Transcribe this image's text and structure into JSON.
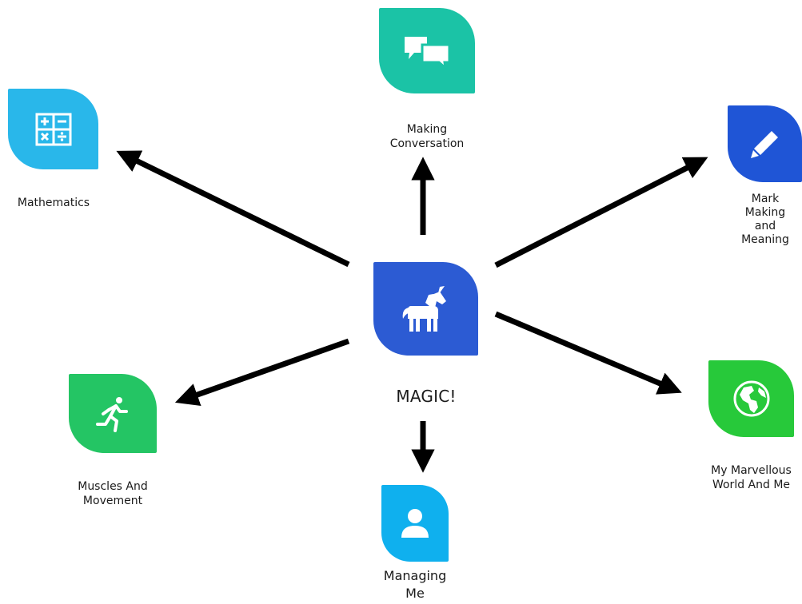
{
  "center": {
    "label": "MAGIC!",
    "icon": "unicorn-icon",
    "color": "#2c5bd3"
  },
  "nodes": [
    {
      "id": "making-conversation",
      "label": "Making\nConversation",
      "icon": "chat-bubbles-icon",
      "color": "#1bc3a6"
    },
    {
      "id": "mathematics",
      "label": "Mathematics",
      "icon": "calculator-icon",
      "color": "#29b7ea"
    },
    {
      "id": "mark-making",
      "label": "Mark\nMaking\nand\nMeaning",
      "icon": "pencil-icon",
      "color": "#1f55d6"
    },
    {
      "id": "muscles-movement",
      "label": "Muscles And\nMovement",
      "icon": "running-person-icon",
      "color": "#24c564"
    },
    {
      "id": "marvellous-world",
      "label": "My Marvellous\nWorld And Me",
      "icon": "globe-icon",
      "color": "#27c93a"
    },
    {
      "id": "managing-me",
      "label": "Managing\nMe",
      "icon": "person-icon",
      "color": "#0fb0ee"
    }
  ]
}
